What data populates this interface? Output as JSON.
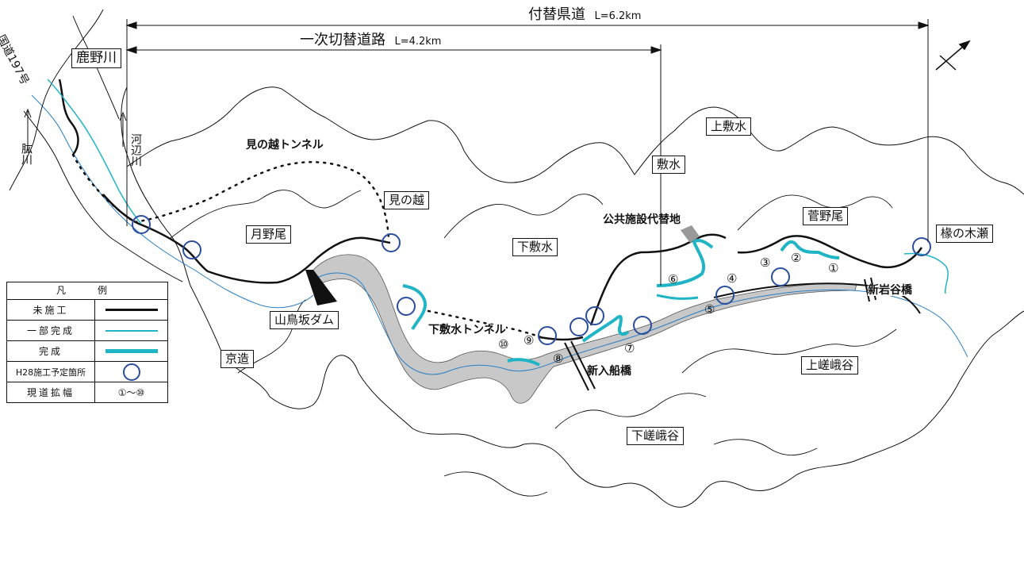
{
  "colors": {
    "road_unbuilt": "#111111",
    "road_partial": "#1fb5c7",
    "road_complete": "#1fb5c7",
    "planned_site": "#2a4e9b",
    "reservoir": "#bdbdbd"
  },
  "dimensions": {
    "prefectural_road": {
      "label": "付替県道",
      "length": "L=6.2km"
    },
    "primary_road": {
      "label": "一次切替道路",
      "length": "L=4.2km"
    }
  },
  "places": {
    "kanogawa": "鹿野川",
    "route197": "国道197号",
    "hijikawa": "肱川",
    "kawabegawa": "河辺川",
    "minokoshi_tunnel": "見の越トンネル",
    "tsukinoo": "月野尾",
    "minokoshi": "見の越",
    "shimoshikimizu": "下敷水",
    "shikimizu": "敷水",
    "kamishikimizu": "上敷水",
    "public_facility_site": "公共施設代替地",
    "sugenoo": "菅野尾",
    "kunuginose": "椽の木瀬",
    "shiniwayabashi": "新岩谷橋",
    "sanchozaka_dam": "山鳥坂ダム",
    "kyozo": "京造",
    "shimoshikimizu_tunnel": "下敷水トンネル",
    "shinirifunebashi": "新入船橋",
    "kamisagadani": "上嵯峨谷",
    "shimosagadani": "下嵯峨谷"
  },
  "widening_numbers": [
    "①",
    "②",
    "③",
    "④",
    "⑤",
    "⑥",
    "⑦",
    "⑧",
    "⑨",
    "⑩"
  ],
  "north_arrow": "north-arrow-icon",
  "legend": {
    "title": "凡　例",
    "rows": [
      {
        "key": "未施工",
        "symbol": "black-line"
      },
      {
        "key": "一部完成",
        "symbol": "thin-cyan-line"
      },
      {
        "key": "完成",
        "symbol": "thick-cyan-line"
      },
      {
        "key": "H28施工予定箇所",
        "symbol": "blue-circle"
      },
      {
        "key": "現道拡幅",
        "symbol": "①〜⑩"
      }
    ]
  }
}
